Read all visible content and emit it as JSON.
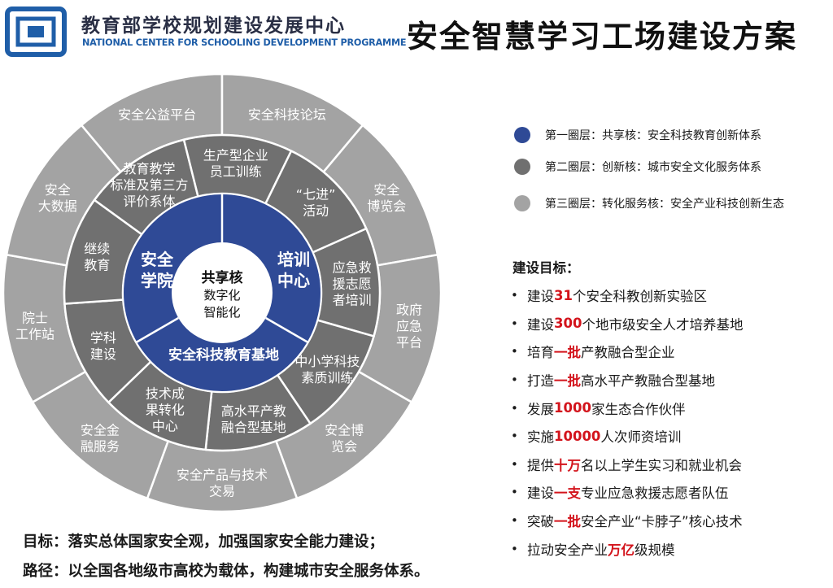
{
  "header": {
    "org_cn": "教育部学校规划建设发展中心",
    "org_en": "NATIONAL CENTER FOR SCHOOLING DEVELOPMENT PROGRAMME",
    "title": "安全智慧学习工场建设方案"
  },
  "colors": {
    "inner": "#2f4a96",
    "middle": "#707070",
    "outer": "#a3a3a3",
    "highlight": "#d3141c",
    "logo": "#1f5ea8"
  },
  "diagram": {
    "center": [
      "共享核",
      "数字化",
      "智能化"
    ],
    "inner_ring": {
      "left": [
        "安全",
        "学院"
      ],
      "right": [
        "培训",
        "中心"
      ],
      "bottom": "安全科技教育基地"
    },
    "middle_ring": [
      [
        "教育教学",
        "标准及第三方",
        "评价系体"
      ],
      [
        "生产型企业",
        "员工训练"
      ],
      [
        "“七进”",
        "活动"
      ],
      [
        "应急救",
        "援志愿",
        "者培训"
      ],
      [
        "中小学科技",
        "素质训练"
      ],
      [
        "高水平产教",
        "融合型基地"
      ],
      [
        "技术成",
        "果转化",
        "中心"
      ],
      [
        "学科",
        "建设"
      ],
      [
        "继续",
        "教育"
      ]
    ],
    "outer_ring": [
      [
        "安全公益平台"
      ],
      [
        "安全科技论坛"
      ],
      [
        "安全",
        "博览会"
      ],
      [
        "政府",
        "应急",
        "平台"
      ],
      [
        "安全博",
        "览会"
      ],
      [
        "安全产品与技术",
        "交易"
      ],
      [
        "安全金",
        "融服务"
      ],
      [
        "院士",
        "工作站"
      ],
      [
        "安全",
        "大数据"
      ]
    ]
  },
  "legend": [
    {
      "text": "第一圈层：共享核：安全科技教育创新体系",
      "color": "#2f4a96"
    },
    {
      "text": "第二圈层：创新核：城市安全文化服务体系",
      "color": "#707070"
    },
    {
      "text": "第三圈层：转化服务核：安全产业科技创新生态",
      "color": "#a3a3a3"
    }
  ],
  "goals_title": "建设目标：",
  "goals": [
    {
      "pre": "建设",
      "hl": "31",
      "post": "个安全科教创新实验区"
    },
    {
      "pre": "建设",
      "hl": "300",
      "post": "个地市级安全人才培养基地"
    },
    {
      "pre": "培育",
      "hl": "一批",
      "post": "产教融合型企业"
    },
    {
      "pre": "打造",
      "hl": "一批",
      "post": "高水平产教融合型基地"
    },
    {
      "pre": "发展",
      "hl": "1000",
      "post": "家生态合作伙伴"
    },
    {
      "pre": "实施",
      "hl": "10000",
      "post": "人次师资培训"
    },
    {
      "pre": "提供",
      "hl": "十万",
      "post": "名以上学生实习和就业机会"
    },
    {
      "pre": "建设",
      "hl": "一支",
      "post": "专业应急救援志愿者队伍"
    },
    {
      "pre": "突破",
      "hl": "一批",
      "post": "安全产业“卡脖子”核心技术"
    },
    {
      "pre": "拉动安全产业",
      "hl": "万亿",
      "post": "级规模"
    }
  ],
  "footer": {
    "line1": "目标：落实总体国家安全观，加强国家安全能力建设；",
    "line2": "路径：以全国各地级市高校为载体，构建城市安全服务体系。"
  }
}
